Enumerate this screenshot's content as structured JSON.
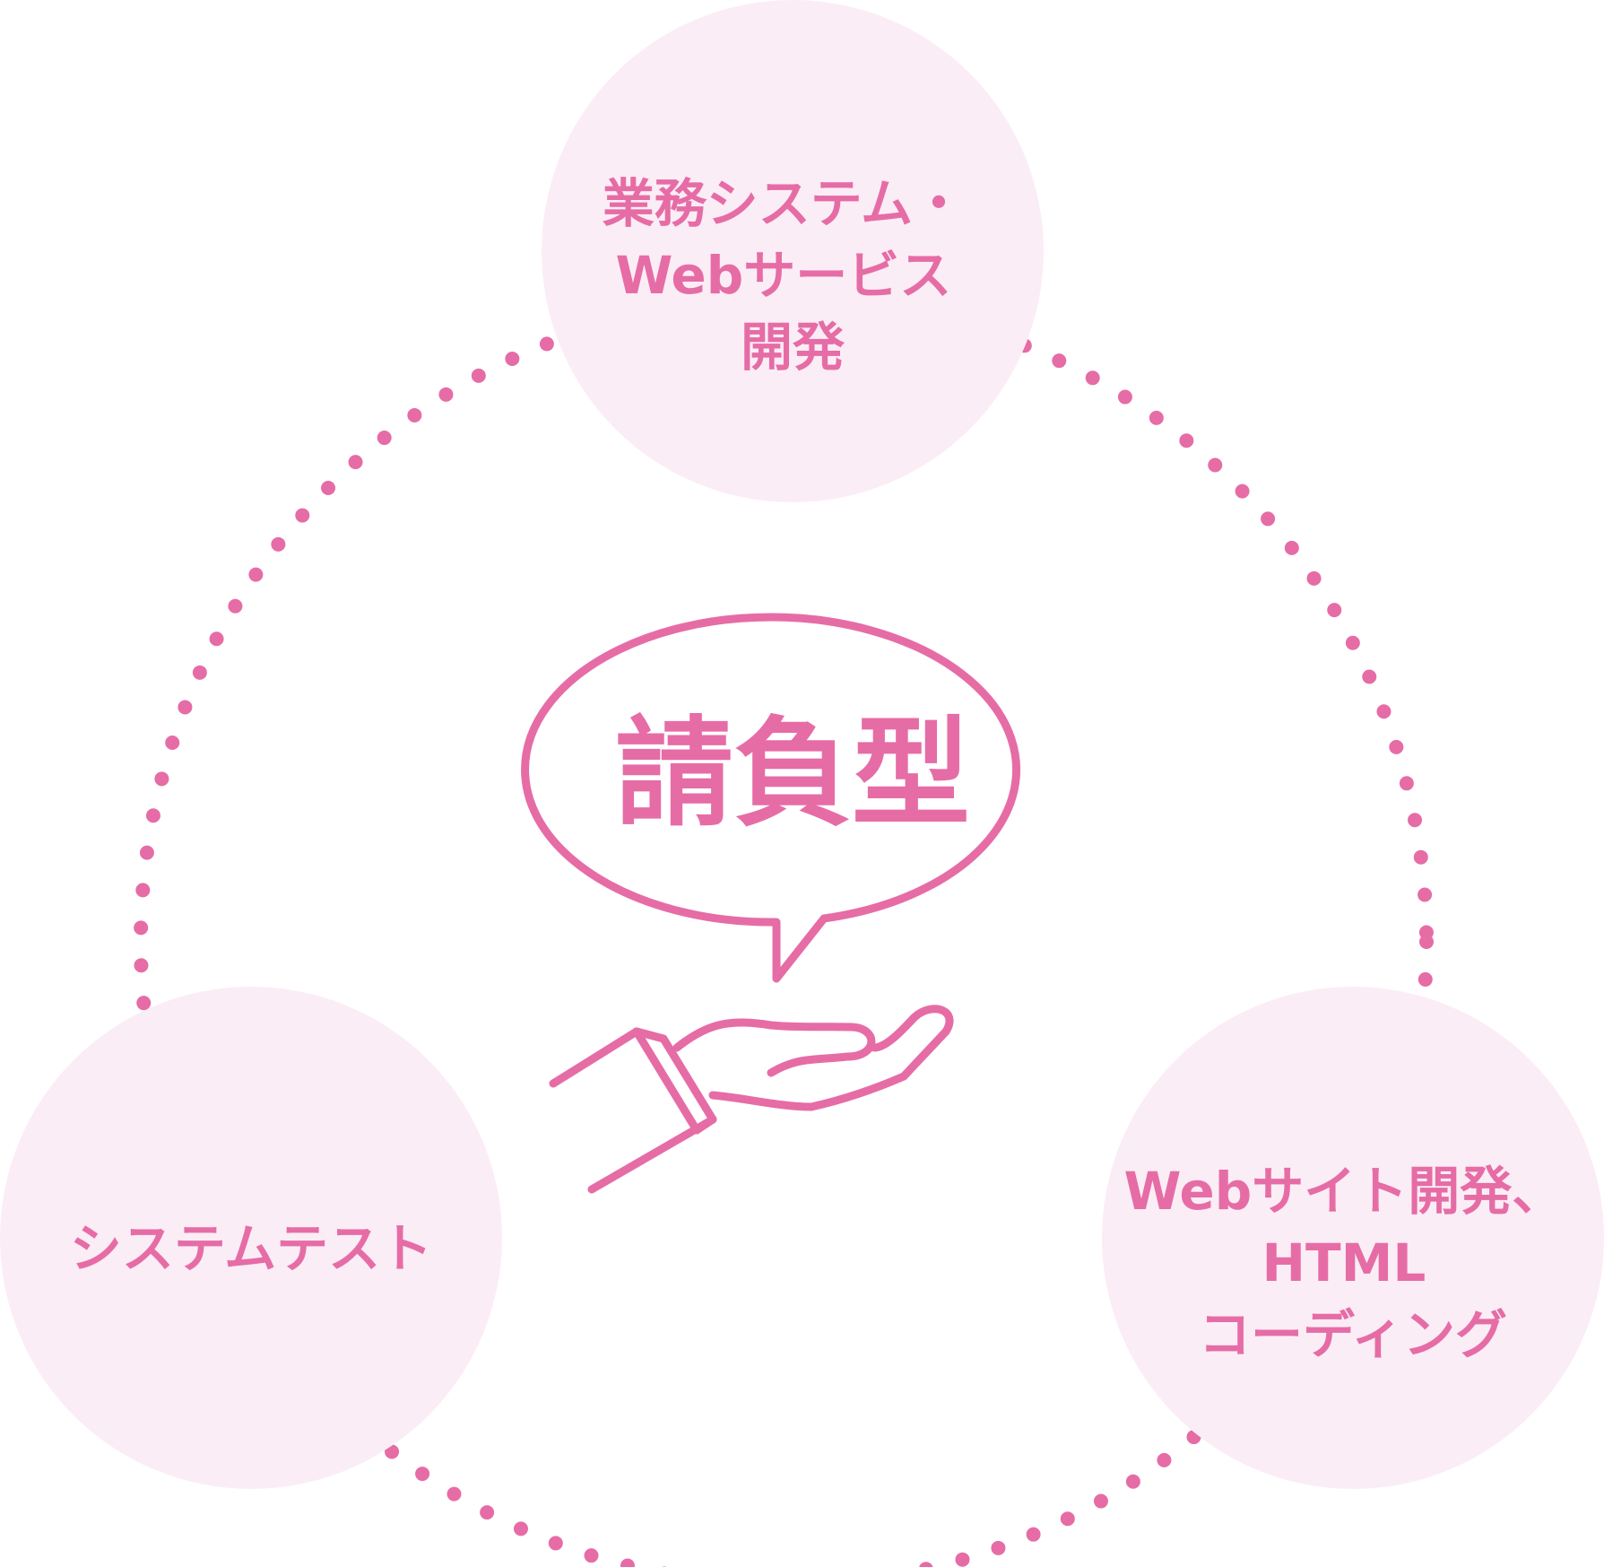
{
  "colors": {
    "accent": "#e66ca6",
    "circle_fill": "#fbedf5",
    "background": "#ffffff"
  },
  "center": {
    "label": "請負型",
    "icon": "hand-with-speech-bubble-icon"
  },
  "nodes": [
    {
      "lines": [
        "業務システム・",
        "Webサービス",
        "開発"
      ]
    },
    {
      "lines": [
        "Webサイト開発、",
        "HTML",
        "コーディング"
      ]
    },
    {
      "lines": [
        "システムテスト"
      ]
    }
  ]
}
